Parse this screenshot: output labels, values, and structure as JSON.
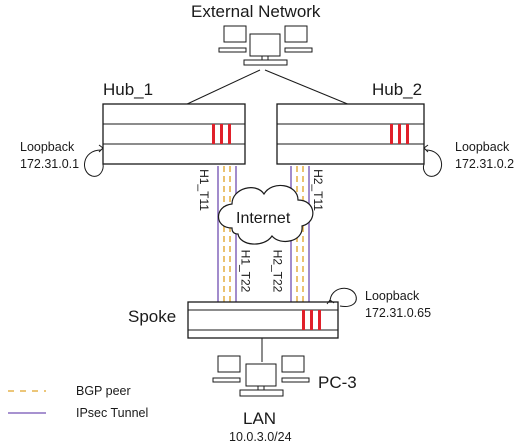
{
  "labels": {
    "external_network": "External Network",
    "hub1": "Hub_1",
    "hub2": "Hub_2",
    "spoke": "Spoke",
    "internet": "Internet",
    "pc3": "PC-3",
    "lan": "LAN",
    "lan_subnet": "10.0.3.0/24"
  },
  "loopbacks": {
    "hub1": {
      "title": "Loopback",
      "ip": "172.31.0.1"
    },
    "hub2": {
      "title": "Loopback",
      "ip": "172.31.0.2"
    },
    "spoke": {
      "title": "Loopback",
      "ip": "172.31.0.65"
    }
  },
  "tunnels": {
    "h1_t11": "H1_T11",
    "h2_t11": "H2_T11",
    "h1_t22": "H1_T22",
    "h2_t22": "H2_T22"
  },
  "legend": {
    "bgp": "BGP peer",
    "ipsec": "IPsec Tunnel"
  },
  "colors": {
    "bgp_line": "#e6b34d",
    "ipsec_line": "#8a6fc0",
    "device_stripes": "#e0202a",
    "outline": "#1a1a1a"
  }
}
